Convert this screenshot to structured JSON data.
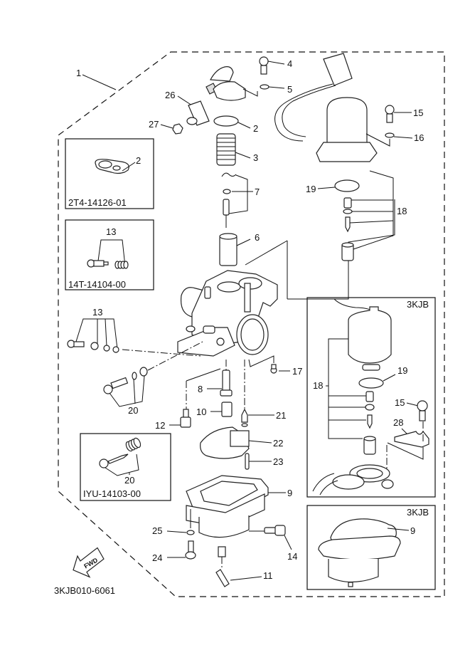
{
  "diagram": {
    "title_code": "3KJB010-6061",
    "fwd_label": "FWD",
    "callouts": {
      "c1": "1",
      "c2a": "2",
      "c2b": "2",
      "c3": "3",
      "c4": "4",
      "c5": "5",
      "c6": "6",
      "c7": "7",
      "c8": "8",
      "c9a": "9",
      "c9b": "9",
      "c10": "10",
      "c11": "11",
      "c12": "12",
      "c13a": "13",
      "c13b": "13",
      "c14": "14",
      "c15a": "15",
      "c15b": "15",
      "c16": "16",
      "c17": "17",
      "c18a": "18",
      "c18b": "18",
      "c19a": "19",
      "c19b": "19",
      "c20a": "20",
      "c20b": "20",
      "c21": "21",
      "c22": "22",
      "c23": "23",
      "c24": "24",
      "c25": "25",
      "c26": "26",
      "c27": "27",
      "c28": "28"
    },
    "insets": [
      {
        "code": "2T4-14126-01"
      },
      {
        "code": "14T-14104-00"
      },
      {
        "code": "IYU-14103-00"
      },
      {
        "code": "3KJB"
      },
      {
        "code": "3KJB"
      }
    ]
  }
}
